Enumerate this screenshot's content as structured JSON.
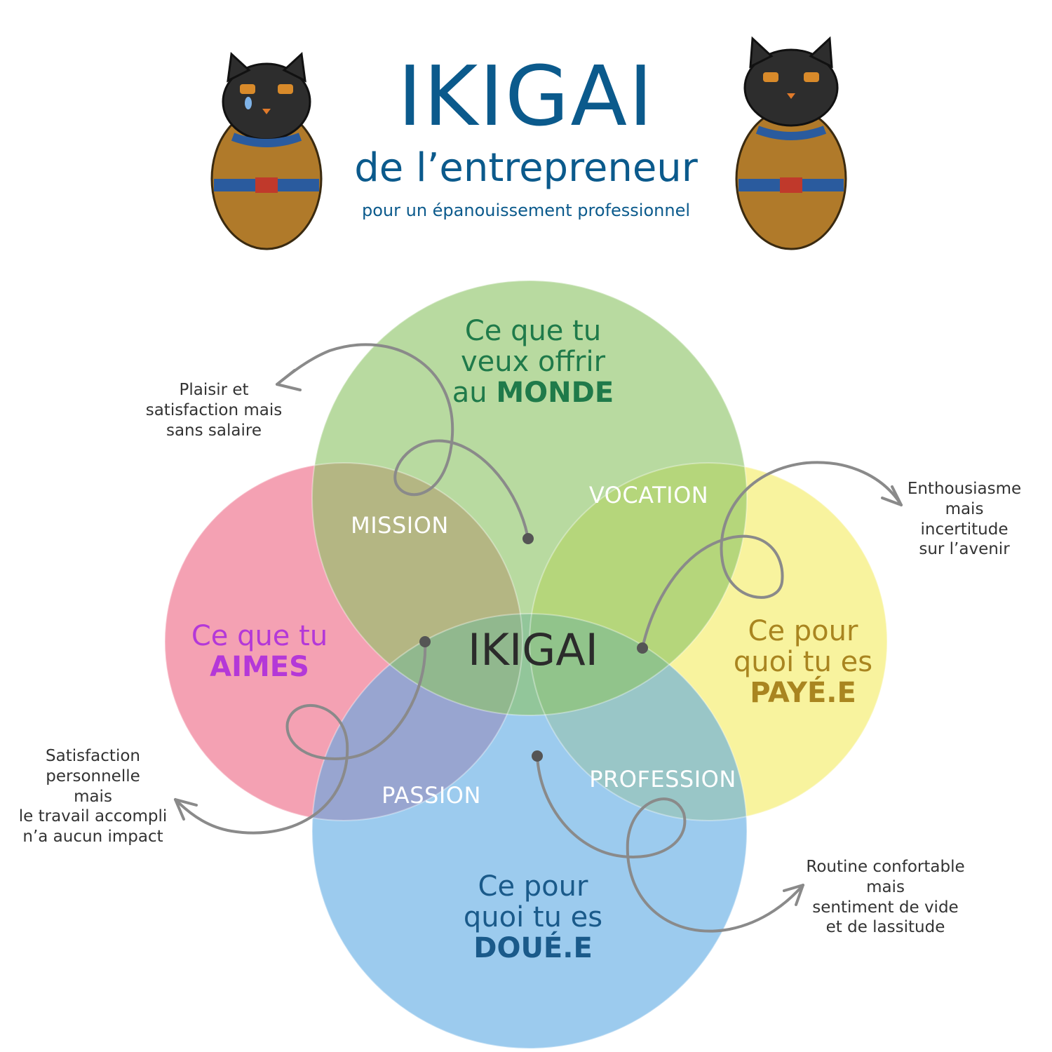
{
  "header": {
    "title": "IKIGAI",
    "subtitle": "de l’entrepreneur",
    "tagline": "pour un épanouissement professionnel"
  },
  "mascots": {
    "left": "crying-cat-icon",
    "right": "happy-cat-icon"
  },
  "colors": {
    "title": "#0b5a8c",
    "green": "#8dc466",
    "pink": "#ee6f8b",
    "yellow": "#f6ef7e",
    "blue": "#5aa8e3",
    "aimes_text": "#b438d8",
    "monde_text": "#1f7a4a",
    "paye_text": "#a98520",
    "doue_text": "#1a5a8a"
  },
  "circles": {
    "monde": {
      "line1": "Ce que tu",
      "line2": "veux offrir",
      "line3_prefix": "au ",
      "line3_bold": "MONDE"
    },
    "aimes": {
      "line1": "Ce que tu",
      "line2_bold": "AIMES"
    },
    "paye": {
      "line1": "Ce pour",
      "line2": "quoi tu es",
      "line3_bold": "PAYÉ.E"
    },
    "doue": {
      "line1": "Ce pour",
      "line2": "quoi tu es",
      "line3_bold": "DOUÉ.E"
    }
  },
  "overlaps": {
    "mission": "MISSION",
    "vocation": "VOCATION",
    "passion": "PASSION",
    "profession": "PROFESSION",
    "center": "IKIGAI"
  },
  "notes": {
    "mission": [
      "Plaisir et",
      "satisfaction mais",
      "sans salaire"
    ],
    "vocation": [
      "Enthousiasme",
      "mais",
      "incertitude",
      "sur l’avenir"
    ],
    "passion": [
      "Satisfaction",
      "personnelle",
      "mais",
      "le travail accompli",
      "n’a aucun impact"
    ],
    "profession": [
      "Routine confortable",
      "mais",
      "sentiment de vide",
      "et de lassitude"
    ]
  }
}
